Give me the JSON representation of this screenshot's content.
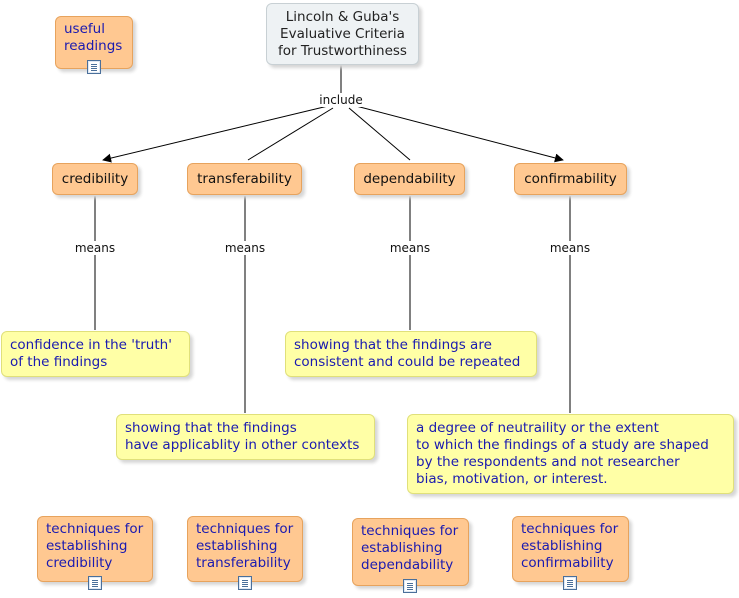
{
  "root": {
    "text": "Lincoln & Guba's\nEvaluative Criteria\nfor Trustworthiness"
  },
  "readings": {
    "text": "useful\nreadings"
  },
  "links": {
    "include": "include",
    "means": "means"
  },
  "criteria": [
    {
      "label": "credibility"
    },
    {
      "label": "transferability"
    },
    {
      "label": "dependability"
    },
    {
      "label": "confirmability"
    }
  ],
  "definitions": {
    "credibility": "confidence in the 'truth'\nof the findings",
    "transferability": "showing that the findings\nhave applicablity in other contexts",
    "dependability": "showing that the findings are\nconsistent and could be repeated",
    "confirmability": "a degree of neutraility or the extent\nto which the findings of a study are shaped\nby the respondents and not researcher\n bias, motivation, or interest."
  },
  "techniques": [
    {
      "text": "techniques for\nestablishing\ncredibility"
    },
    {
      "text": "techniques for\nestablishing\ntransferability"
    },
    {
      "text": "techniques for\nestablishing\ndependability"
    },
    {
      "text": "techniques for\nestablishing\nconfirmability"
    }
  ],
  "colors": {
    "concept_fill": "#ffc891",
    "definition_fill": "#ffffa6",
    "root_fill": "#eef2f4",
    "link_text": "#1a1ab0"
  },
  "icons": {
    "resource": "document-icon"
  }
}
